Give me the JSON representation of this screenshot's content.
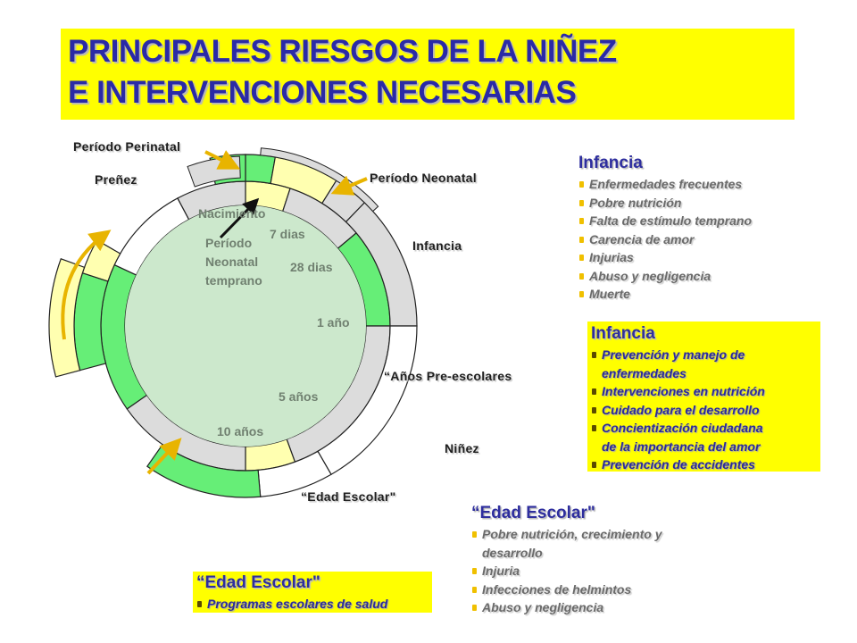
{
  "title": {
    "line1": "PRINCIPALES RIESGOS DE LA NIÑEZ",
    "line2": "E INTERVENCIONES NECESARIAS"
  },
  "stages": {
    "perinatal": "Período Perinatal",
    "prenez": "Preñez",
    "neonatal": "Período Neonatal",
    "infancia": "Infancia",
    "preescolares": "“Años Pre-escolares",
    "ninez": "Niñez",
    "escolar": "“Edad Escolar\""
  },
  "inner_labels": {
    "nacimiento": "Nacimiento",
    "periodo_neonatal_temprano": [
      "Período",
      "Neonatal",
      "temprano"
    ],
    "dias7": "7 dias",
    "dias28": "28 dias",
    "anio1": "1 año",
    "anios5": "5 años",
    "anios10": "10 años"
  },
  "panels": {
    "infancia_riesgos": {
      "title": "Infancia",
      "items": [
        "Enfermedades frecuentes",
        "Pobre nutrición",
        "Falta de estímulo temprano",
        "Carencia de amor",
        "Injurias",
        "Abuso y negligencia",
        "Muerte"
      ]
    },
    "infancia_intervenciones": {
      "title": "Infancia",
      "items": [
        [
          "Prevención y manejo de",
          "enfermedades"
        ],
        [
          "Intervenciones en nutrición"
        ],
        [
          "Cuidado para el desarrollo"
        ],
        [
          "Concientización ciudadana",
          "de la importancia del amor"
        ],
        [
          "Prevención de accidentes"
        ]
      ]
    },
    "escolar_riesgos": {
      "title": "“Edad Escolar\"",
      "items": [
        [
          "Pobre nutrición, crecimiento y",
          "desarrollo"
        ],
        [
          "Injuria"
        ],
        [
          "Infecciones de helmintos"
        ],
        [
          "Abuso y negligencia"
        ]
      ]
    },
    "escolar_intervenciones": {
      "title": "“Edad Escolar\"",
      "items": [
        [
          "Programas escolares de salud"
        ]
      ]
    }
  },
  "colors": {
    "title_bg": "#ffff00",
    "title_text": "#2a2aa6",
    "green_light": "#cce8cc",
    "green_bright": "#66ee77",
    "yellow_pale": "#ffffb0",
    "gray_band": "#dcdcdc",
    "arrow_gold": "#e8b400"
  }
}
